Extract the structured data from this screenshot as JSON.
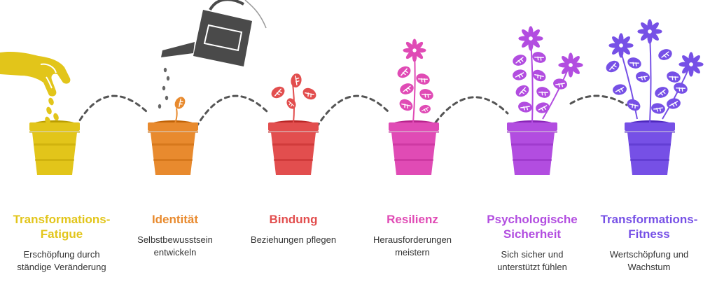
{
  "stages": [
    {
      "title": "Transformations-Fatigue",
      "description": "Erschöpfung durch ständige Veränderung",
      "color": "#e2c51a"
    },
    {
      "title": "Identität",
      "description": "Selbstbewusstsein entwickeln",
      "color": "#e88a2e"
    },
    {
      "title": "Bindung",
      "description": "Beziehungen pflegen",
      "color": "#e24e4e"
    },
    {
      "title": "Resilienz",
      "description": "Herausforderungen meistern",
      "color": "#e04bb5"
    },
    {
      "title": "Psychologische Sicherheit",
      "description": "Sich sicher und unterstützt fühlen",
      "color": "#b24de0"
    },
    {
      "title": "Transformations-Fitness",
      "description": "Wertschöpfung und Wachstum",
      "color": "#7650e6"
    }
  ],
  "icons": {
    "hand": "hand-dropping-seeds-icon",
    "watering_can": "watering-can-icon",
    "pot": "flower-pot-icon",
    "flower": "flower-icon",
    "leaf": "leaf-icon"
  },
  "connector_color": "#555555"
}
